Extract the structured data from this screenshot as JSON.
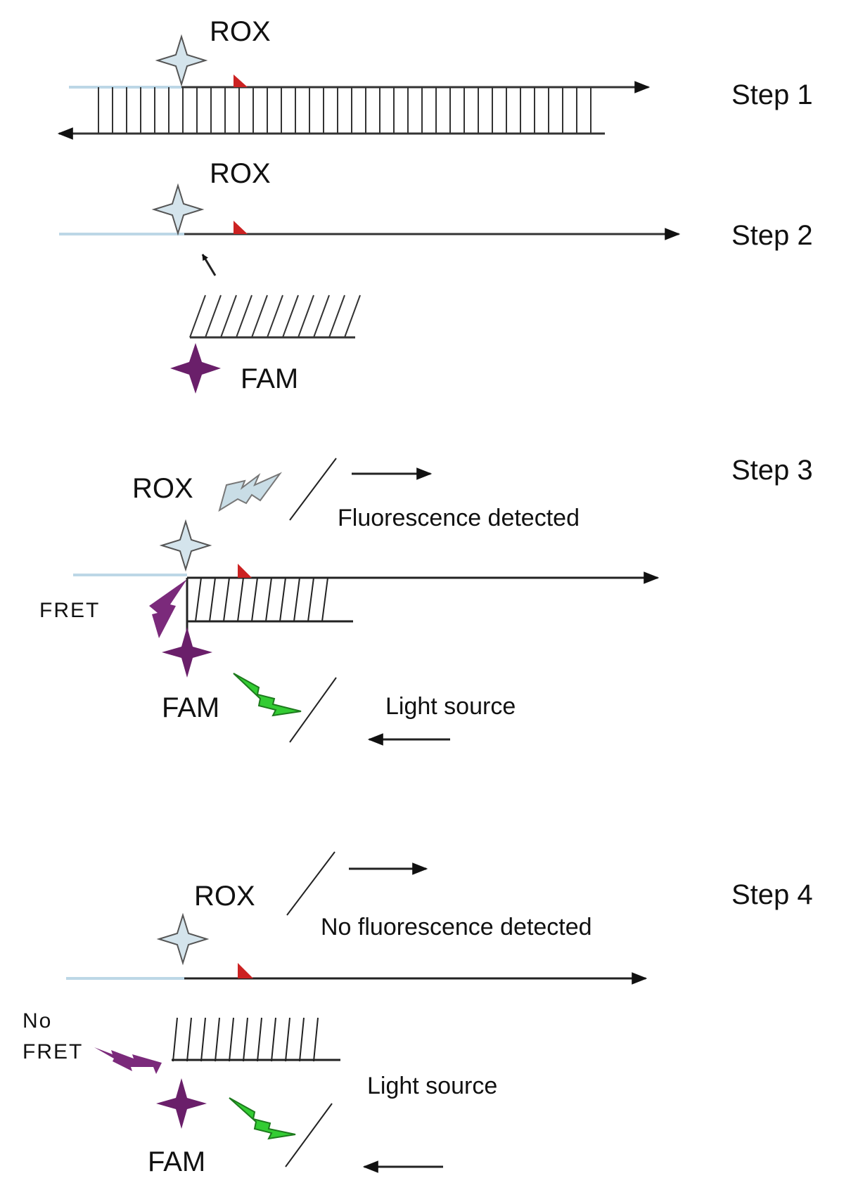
{
  "steps": {
    "step1": "Step 1",
    "step2": "Step 2",
    "step3": "Step 3",
    "step4": "Step 4"
  },
  "dyes": {
    "rox": "ROX",
    "fam": "FAM"
  },
  "labels": {
    "fret": "FRET",
    "no_fret_line1": "No",
    "no_fret_line2": "FRET",
    "fluorescence_detected": "Fluorescence detected",
    "no_fluorescence_detected": "No fluorescence detected",
    "light_source": "Light source"
  },
  "colors": {
    "rox_star": "#d4e4ec",
    "fam_star": "#6a1f6a",
    "excitation_bolt": "#33cc33",
    "rox_emission": "#c9dde6",
    "fam_emission": "#7b2a7b",
    "pale_strand": "#bcd7e6",
    "primer_marker": "#cc2222",
    "strand": "#333333"
  }
}
